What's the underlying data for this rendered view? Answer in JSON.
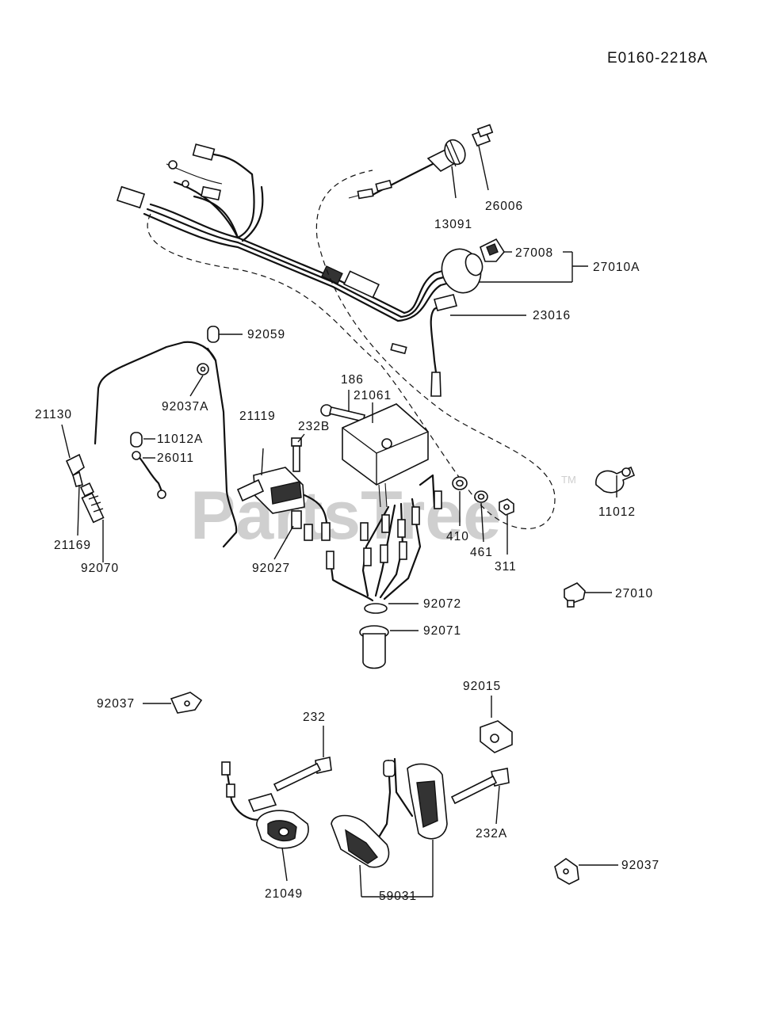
{
  "diagram_ref": "E0160-2218A",
  "watermark": "PartsTree",
  "watermark_tm": "TM",
  "part_labels": {
    "p26006": "26006",
    "p13091": "13091",
    "p27008": "27008",
    "p27010A": "27010A",
    "p23016": "23016",
    "p92059": "92059",
    "p92037A": "92037A",
    "p186": "186",
    "p21061": "21061",
    "p21130": "21130",
    "p21119": "21119",
    "p232B": "232B",
    "p11012A": "11012A",
    "p26011": "26011",
    "p11012": "11012",
    "p410": "410",
    "p461": "461",
    "p311": "311",
    "p21169": "21169",
    "p92070": "92070",
    "p92027": "92027",
    "p27010": "27010",
    "p92072": "92072",
    "p92071": "92071",
    "p92015": "92015",
    "p92037_left": "92037",
    "p232": "232",
    "p232A": "232A",
    "p92037_right": "92037",
    "p21049": "21049",
    "p59031": "59031"
  }
}
